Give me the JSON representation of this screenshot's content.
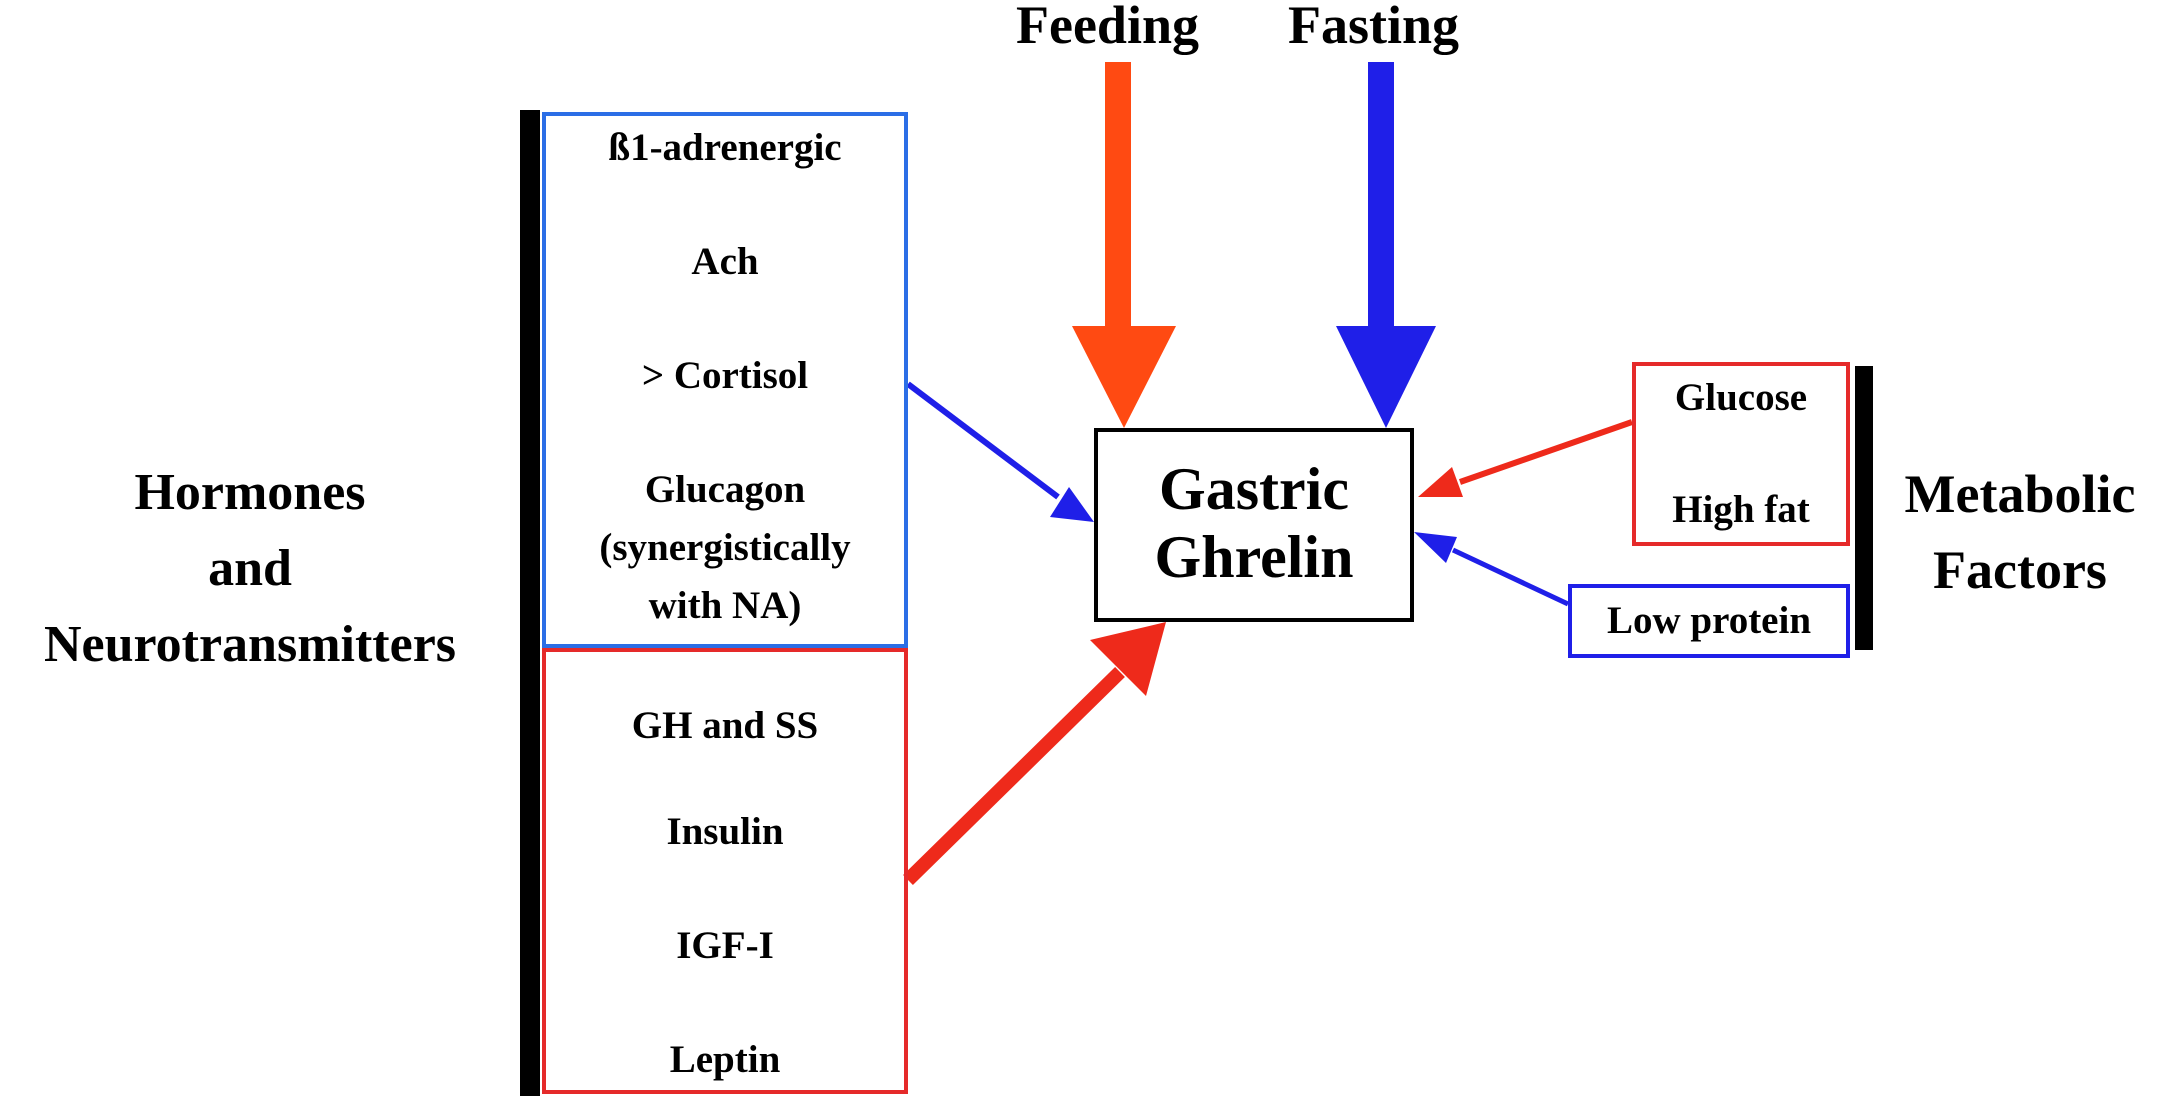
{
  "colors": {
    "red": "#ee2a1b",
    "orange": "#ff4a12",
    "blue": "#1f1fe8",
    "box_blue": "#2b6ee6",
    "box_red": "#e52a2a",
    "black": "#000000"
  },
  "top_inputs": {
    "feeding": "Feeding",
    "fasting": "Fasting"
  },
  "center": {
    "line1": "Gastric",
    "line2": "Ghrelin"
  },
  "left_group": {
    "title_line1": "Hormones",
    "title_line2": "and",
    "title_line3": "Neurotransmitters",
    "blue_box_items": [
      "ß1-adrenergic",
      "Ach",
      "> Cortisol",
      "Glucagon",
      "(synergistically",
      "with NA)"
    ],
    "red_box_items": [
      "GH and SS",
      "Insulin",
      "IGF-I",
      "Leptin"
    ]
  },
  "right_group": {
    "title_line1": "Metabolic",
    "title_line2": "Factors",
    "red_box_items": [
      "Glucose",
      "High fat"
    ],
    "blue_box_items": [
      "Low protein"
    ]
  }
}
